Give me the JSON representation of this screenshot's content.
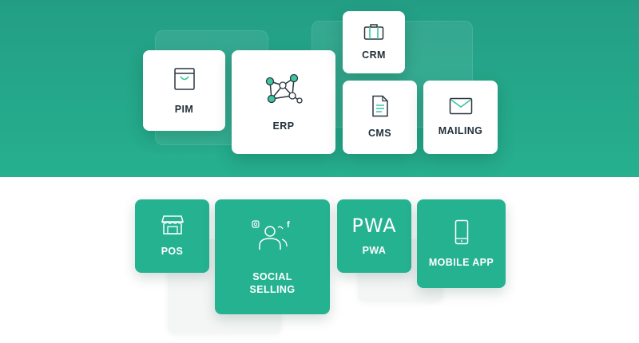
{
  "top_cards": {
    "pim": {
      "label": "PIM",
      "icon": "shopping-bag-icon"
    },
    "erp": {
      "label": "ERP",
      "icon": "network-nodes-icon"
    },
    "crm": {
      "label": "CRM",
      "icon": "briefcase-icon"
    },
    "cms": {
      "label": "CMS",
      "icon": "document-icon"
    },
    "mailing": {
      "label": "MAILING",
      "icon": "envelope-icon"
    }
  },
  "bottom_cards": {
    "pos": {
      "label": "POS",
      "icon": "storefront-icon"
    },
    "social": {
      "label": "SOCIAL\nSELLING",
      "icon": "people-social-icon"
    },
    "pwa": {
      "label": "PWA",
      "icon_text": "PWA"
    },
    "mobile": {
      "label": "MOBILE APP",
      "icon": "smartphone-icon"
    }
  },
  "colors": {
    "top_background": "#26b08f",
    "accent_green": "#25b291",
    "icon_accent": "#3cc7a0",
    "text_dark": "#22303a"
  }
}
